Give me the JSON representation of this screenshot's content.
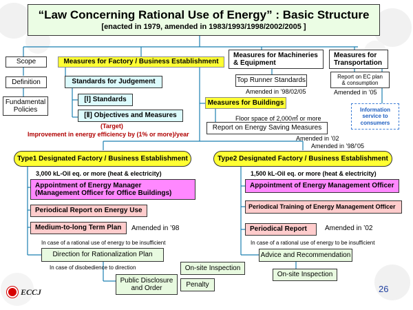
{
  "title": {
    "main": "“Law Concerning Rational Use of Energy” : Basic Structure",
    "sub": "[enacted in 1979, amended in 1983/1993/1998/2002/2005 ]"
  },
  "left_column": {
    "scope": "Scope",
    "definition": "Definition",
    "policies_line1": "Fundamental",
    "policies_line2": "Policies"
  },
  "factory": {
    "header": "Measures for Factory / Business  Establishment",
    "standards": "Standards for Judgement",
    "std1": "[Ⅰ] Standards",
    "std2": "[Ⅱ] Objectives and Measures",
    "target_label": "(Target)",
    "target_text": "Improvement in energy efficiency by (1% or more)/year"
  },
  "machinery": {
    "header_line1": "Measures for Machineries",
    "header_line2": "& Equipment",
    "top_runner": "Top Runner Standards",
    "amended": "Amended in ’98/02/05"
  },
  "transport": {
    "header_line1": "Measures for",
    "header_line2": "Transportation",
    "report_line1": "Report on EC plan",
    "report_line2": "& consumption",
    "amended": "Amended in ’05"
  },
  "buildings": {
    "header": "Measures for Buildings",
    "floor": "Floor space of 2,000㎡ or more",
    "report": "Report on Energy Saving Measures",
    "amended1": "Amended in ’02",
    "amended2": "Amended in ’98/’05"
  },
  "info_service": {
    "line1": "Information",
    "line2": "service to",
    "line3": "consumers"
  },
  "type1": {
    "header": "Type1 Designated Factory / Business Establishment",
    "threshold": "3,000 kL-Oil eq. or more (heat & electricity)",
    "manager_line1": "Appointment of Energy Manager",
    "manager_line2": "(Management Officer for Office Buildings)",
    "periodical_report": "Periodical Report on Energy Use",
    "plan": "Medium-to-long Term Plan",
    "plan_amended": "Amended in ’98",
    "insufficient": "In case of a rational use of energy to be insufficient",
    "direction": "Direction for Rationalization Plan",
    "disobedience": "In case of disobedience to direction",
    "disclosure_line1": "Public Disclosure",
    "disclosure_line2": "and Order",
    "inspection": "On-site Inspection",
    "penalty": "Penalty"
  },
  "type2": {
    "header": "Type2 Designated Factory / Business Establishment",
    "threshold": "1,500 kL-Oil eq. or more (heat & electricity)",
    "officer": "Appointment of Energy Management Officer",
    "training": "Periodical Training of Energy Management Officer",
    "report": "Periodical Report",
    "report_amended": "Amended in ’02",
    "insufficient": "In case of a rational use of energy to be insufficient",
    "advice": "Advice and Recommendation",
    "inspection": "On-site Inspection"
  },
  "footer": {
    "logo": "ECCJ",
    "page": "26"
  }
}
